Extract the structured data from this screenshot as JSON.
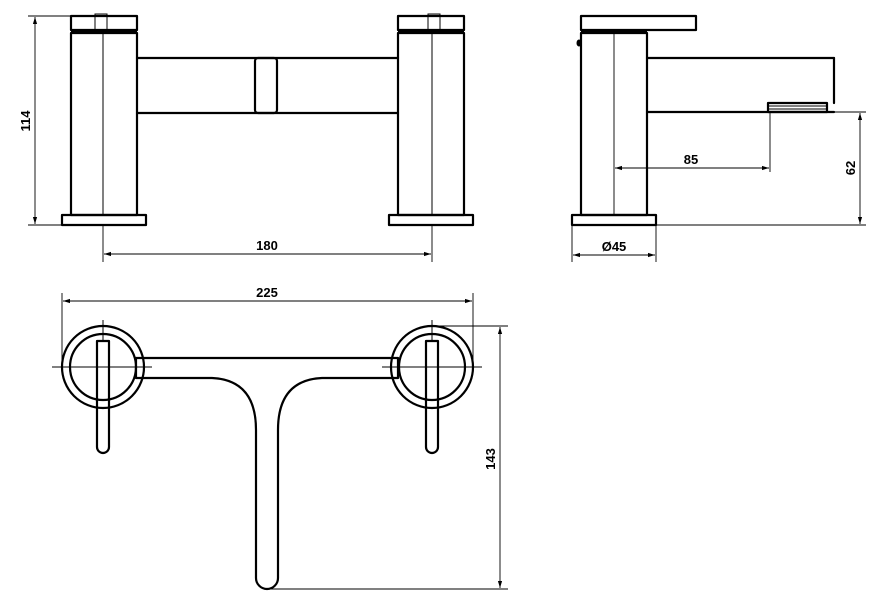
{
  "dimensions": {
    "front_height": "114",
    "front_centers": "180",
    "side_reach": "85",
    "side_spout_height": "62",
    "side_base_diameter": "Ø45",
    "plan_width": "225",
    "plan_depth": "143"
  },
  "colors": {
    "line": "#000000",
    "background": "#ffffff"
  }
}
